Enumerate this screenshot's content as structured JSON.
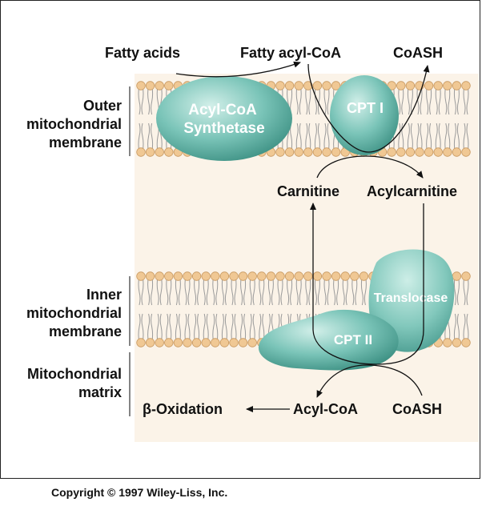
{
  "labels": {
    "fatty_acids": "Fatty acids",
    "fatty_acyl_coa": "Fatty acyl-CoA",
    "coash_top": "CoASH",
    "carnitine": "Carnitine",
    "acylcarnitine": "Acylcarnitine",
    "beta_oxidation": "β-Oxidation",
    "acyl_coa": "Acyl-CoA",
    "coash_bottom": "CoASH"
  },
  "enzymes": {
    "acyl_coa_synthetase_line1": "Acyl-CoA",
    "acyl_coa_synthetase_line2": "Synthetase",
    "cpt1": "CPT I",
    "translocase": "Translocase",
    "cpt2": "CPT II"
  },
  "regions": {
    "outer_line1": "Outer",
    "outer_line2": "mitochondrial",
    "outer_line3": "membrane",
    "inner_line1": "Inner",
    "inner_line2": "mitochondrial",
    "inner_line3": "membrane",
    "matrix_line1": "Mitochondrial",
    "matrix_line2": "matrix"
  },
  "copyright": "Copyright © 1997 Wiley-Liss, Inc.",
  "colors": {
    "background_band": "#fbf3e8",
    "lipid_head": "#f0c894",
    "lipid_head_stroke": "#c99a62",
    "lipid_tail": "#9a9a9a",
    "protein": "#7ac4b8",
    "protein_light": "#d2efe9",
    "protein_dark": "#3f9285"
  }
}
